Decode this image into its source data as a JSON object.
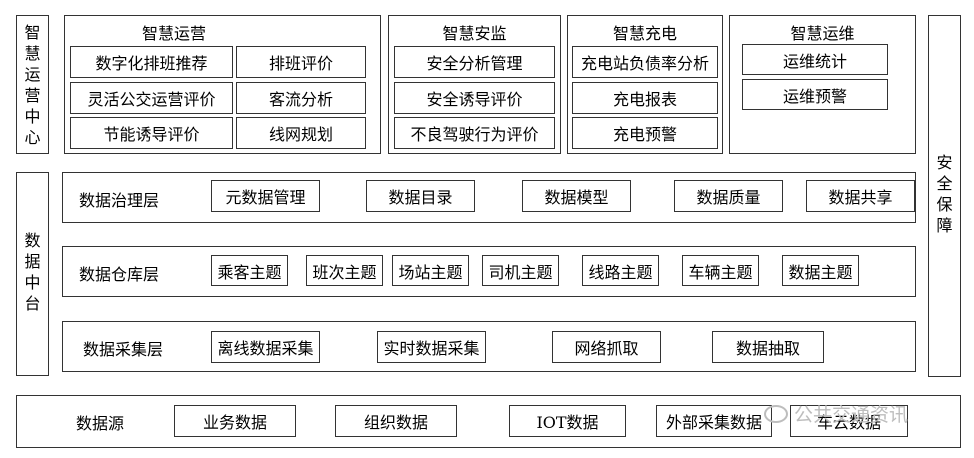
{
  "left": {
    "zhihui_center": "智慧运营中心",
    "data_platform": "数据中台"
  },
  "right": {
    "security": "安全保障"
  },
  "apps": {
    "operations": {
      "title": "智慧运营",
      "items": [
        "数字化排班推荐",
        "排班评价",
        "灵活公交运营评价",
        "客流分析",
        "节能诱导评价",
        "线网规划"
      ]
    },
    "safety": {
      "title": "智慧安监",
      "items": [
        "安全分析管理",
        "安全诱导评价",
        "不良驾驶行为评价"
      ]
    },
    "charging": {
      "title": "智慧充电",
      "items": [
        "充电站负债率分析",
        "充电报表",
        "充电预警"
      ]
    },
    "maintenance": {
      "title": "智慧运维",
      "items": [
        "运维统计",
        "运维预警"
      ]
    }
  },
  "layers": {
    "governance": {
      "label": "数据治理层",
      "items": [
        "元数据管理",
        "数据目录",
        "数据模型",
        "数据质量",
        "数据共享"
      ]
    },
    "warehouse": {
      "label": "数据仓库层",
      "items": [
        "乘客主题",
        "班次主题",
        "场站主题",
        "司机主题",
        "线路主题",
        "车辆主题",
        "数据主题"
      ]
    },
    "collection": {
      "label": "数据采集层",
      "items": [
        "离线数据采集",
        "实时数据采集",
        "网络抓取",
        "数据抽取"
      ]
    }
  },
  "sources": {
    "label": "数据源",
    "items": [
      "业务数据",
      "组织数据",
      "IOT数据",
      "外部采集数据",
      "车云数据"
    ]
  },
  "watermark": {
    "text": "公共交通资讯"
  }
}
